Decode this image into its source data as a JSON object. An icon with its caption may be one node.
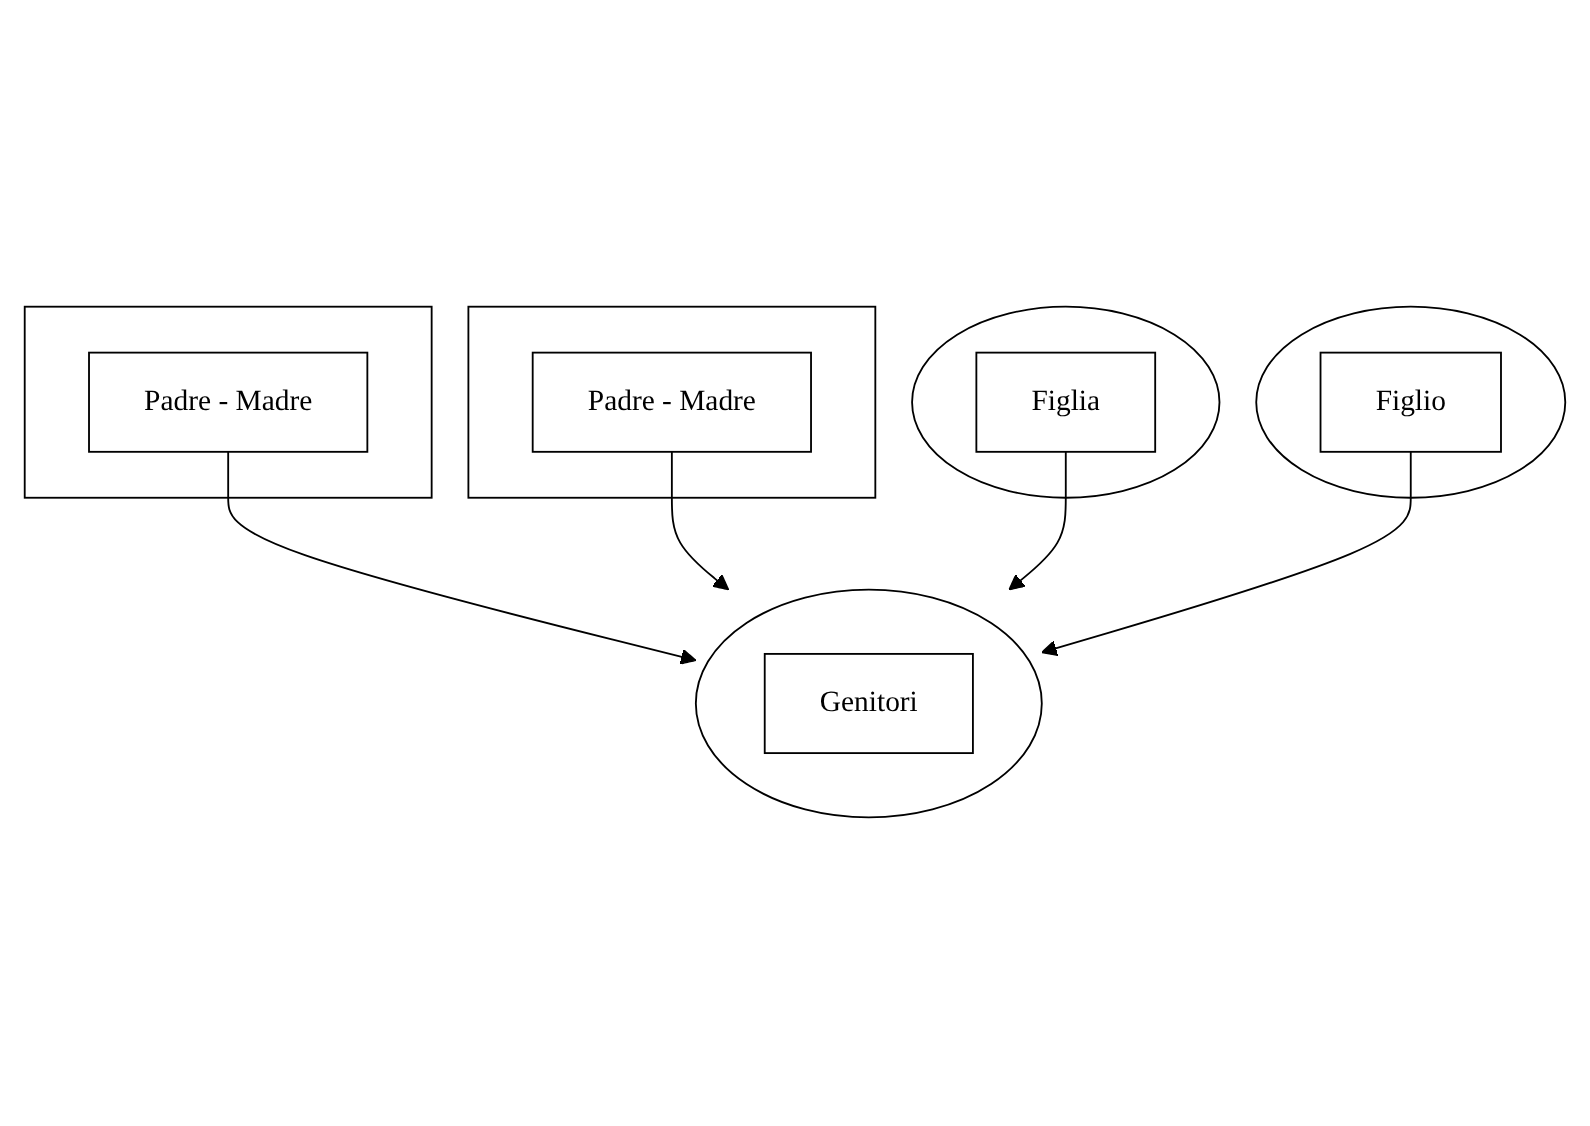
{
  "diagram": {
    "nodes": [
      {
        "text": [],
        "shape": "box"
      },
      {
        "text": [
          "Padre - Madre"
        ],
        "in": 0
      },
      {
        "text": [],
        "shape": "box"
      },
      {
        "text": [
          "Padre - Madre"
        ],
        "in": 2
      },
      {
        "text": [],
        "shape": "circle"
      },
      {
        "text": [
          "Genitori"
        ],
        "in": 4
      },
      {
        "text": [],
        "shape": "circle"
      },
      {
        "text": [
          "Figlia"
        ],
        "in": 6
      },
      {
        "text": [],
        "shape": "circle"
      },
      {
        "text": [
          "Figlio"
        ],
        "in": 8
      }
    ],
    "edges": [
      {
        "from": 1,
        "to": 4,
        "arrow": "to"
      },
      {
        "from": 3,
        "to": 4,
        "arrow": "to"
      },
      {
        "from": 7,
        "to": 4,
        "arrow": "to"
      },
      {
        "from": 9,
        "to": 4,
        "arrow": "to"
      }
    ]
  }
}
